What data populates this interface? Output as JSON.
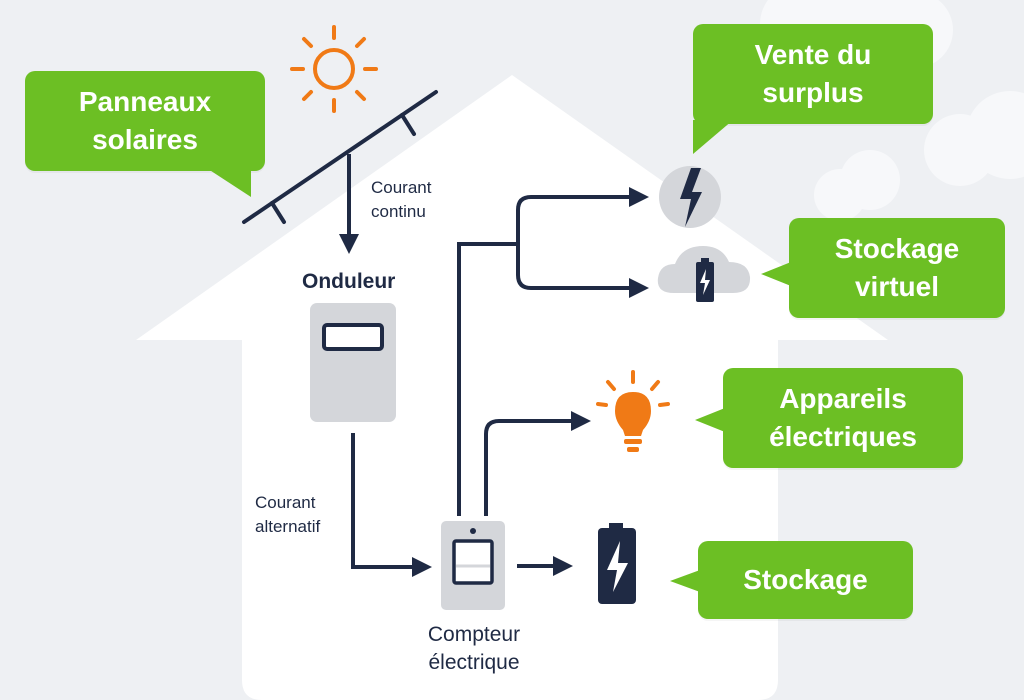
{
  "callouts": {
    "panneaux": "Panneaux\nsolaires",
    "vente": "Vente du\nsurplus",
    "virtuel": "Stockage\nvirtuel",
    "appareils": "Appareils\nélectriques",
    "stockage": "Stockage"
  },
  "labels": {
    "courant_continu": "Courant\ncontinu",
    "onduleur": "Onduleur",
    "courant_alternatif": "Courant\nalternatif",
    "compteur": "Compteur\nélectrique"
  },
  "colors": {
    "background": "#eef0f3",
    "house": "#ffffff",
    "callout_green": "#6cbf24",
    "line_navy": "#1f2a44",
    "accent_orange": "#f07a16",
    "device_gray": "#d4d6da"
  },
  "icons": [
    "sun-icon",
    "solar-panel-icon",
    "inverter-icon",
    "meter-icon",
    "lightning-icon",
    "cloud-battery-icon",
    "light-bulb-icon",
    "battery-icon"
  ]
}
